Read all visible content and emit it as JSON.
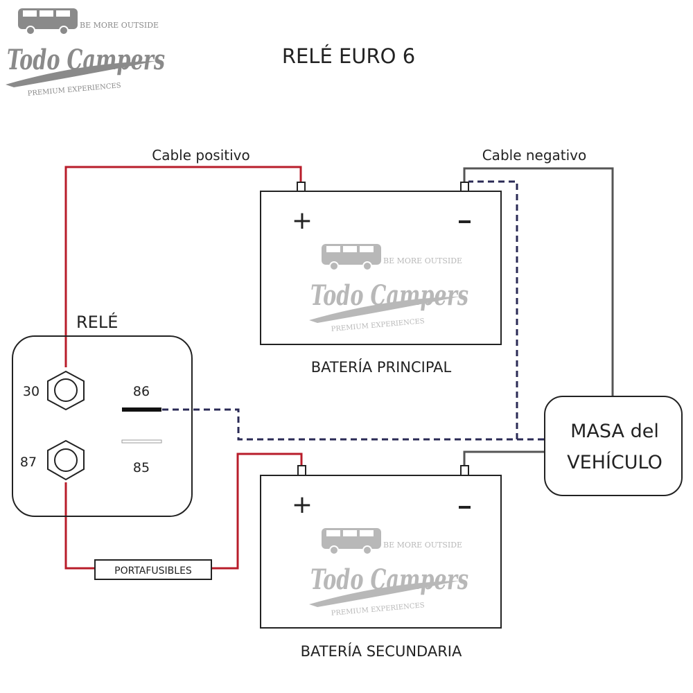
{
  "title": "RELÉ EURO 6",
  "logo": {
    "brand": "Todo Campers",
    "tagline_top": "BE MORE OUTSIDE",
    "tagline_bottom": "PREMIUM EXPERIENCES"
  },
  "labels": {
    "cable_positivo": "Cable positivo",
    "cable_negativo": "Cable negativo",
    "bateria_principal": "BATERÍA PRINCIPAL",
    "bateria_secundaria": "BATERÍA SECUNDARIA",
    "portafusibles": "PORTAFUSIBLES",
    "masa_line1": "MASA del",
    "masa_line2": "VEHÍCULO"
  },
  "battery_signs": {
    "plus": "+",
    "minus": "-"
  },
  "relay": {
    "title": "RELÉ",
    "pins": {
      "p30": "30",
      "p87": "87",
      "p86": "86",
      "p85": "85"
    }
  },
  "colors": {
    "positive": "#b81c2a",
    "negative": "#555555",
    "signal": "#2a2a55",
    "outline": "#222222",
    "logo": "#8a8a8a"
  }
}
